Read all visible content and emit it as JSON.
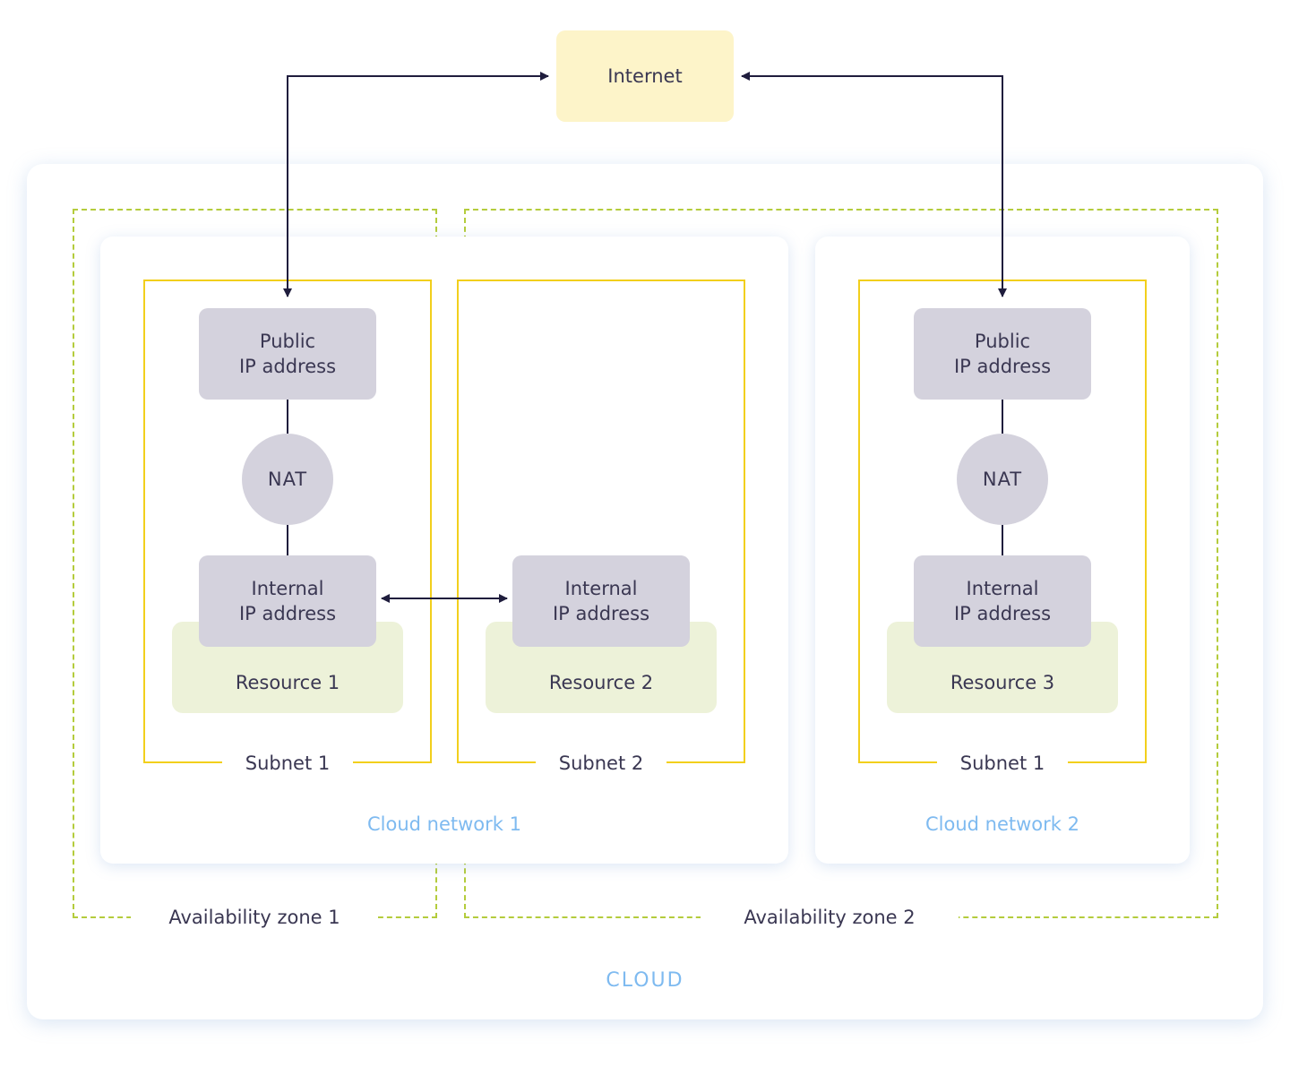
{
  "internet": {
    "label": "Internet"
  },
  "cloud": {
    "label": "CLOUD"
  },
  "zones": [
    {
      "label": "Availability zone 1"
    },
    {
      "label": "Availability zone 2"
    }
  ],
  "networks": [
    {
      "label": "Cloud network 1"
    },
    {
      "label": "Cloud network 2"
    }
  ],
  "subnets": [
    {
      "label": "Subnet 1"
    },
    {
      "label": "Subnet 2"
    },
    {
      "label": "Subnet 1"
    }
  ],
  "public_ip": {
    "line1": "Public",
    "line2": "IP address"
  },
  "internal_ip": {
    "line1": "Internal",
    "line2": "IP address"
  },
  "nat": {
    "label": "NAT"
  },
  "resources": [
    {
      "label": "Resource 1"
    },
    {
      "label": "Resource 2"
    },
    {
      "label": "Resource 3"
    }
  ],
  "colors": {
    "arrow": "#1f1d3d",
    "subnet_border": "#f2cf1c",
    "zone_border": "#b4cc3c",
    "network_label": "#7ebaf0",
    "ip_box": "#d4d2dd",
    "resource": "#edf2d9",
    "internet": "#fdf4c9"
  }
}
